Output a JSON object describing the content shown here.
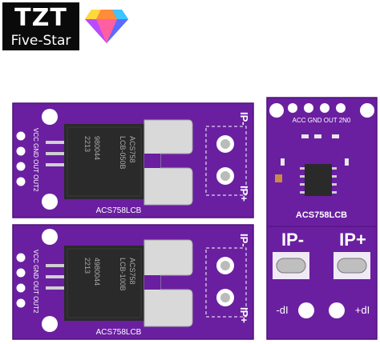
{
  "logo": {
    "brand": "TZT",
    "tagline": "Five-Star",
    "gem_icon": "diamond-icon"
  },
  "boards": [
    {
      "id": "board-top-left",
      "label": "ACS758LCB",
      "chip_text": [
        "ACS758",
        "LCB-050B",
        "980044",
        "2213"
      ],
      "pins": "VCC GND OUT OUT2",
      "terminals": [
        "IP-",
        "IP+"
      ]
    },
    {
      "id": "board-bottom-left",
      "label": "ACS758LCB",
      "chip_text": [
        "ACS758",
        "LCB-100B",
        "4980044",
        "2213"
      ],
      "pins": "VCC GND OUT OUT2",
      "terminals": [
        "IP-",
        "IP+"
      ]
    },
    {
      "id": "board-right-back",
      "label": "ACS758LCB",
      "pins": "ACC GND OUT 2N0",
      "terminals": [
        "IP-",
        "IP+"
      ],
      "pad_labels": [
        "-dI",
        "+dI"
      ]
    }
  ],
  "colors": {
    "pcb": "#6a1fa0",
    "pcb_dark": "#4e1279",
    "silkscreen": "#ffffff",
    "chip": "#2a2a2a",
    "metal": "#d9d9d9"
  }
}
